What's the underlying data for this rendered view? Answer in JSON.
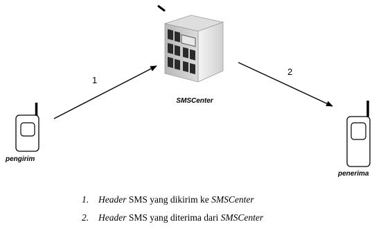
{
  "nodes": {
    "center": "SMSCenter",
    "sender": "pengirim",
    "receiver": "penerima"
  },
  "arrows": {
    "first": "1",
    "second": "2"
  },
  "legend": [
    {
      "num": "1.",
      "lead": "Header",
      "middle": " SMS yang dikirim ke ",
      "tail": "SMSCenter"
    },
    {
      "num": "2.",
      "lead": "Header",
      "middle": " SMS yang diterima dari ",
      "tail": "SMSCenter"
    }
  ],
  "colors": {
    "line": "#000000",
    "building_front": "#c9c9c9",
    "building_side": "#eeeeee",
    "building_top": "#d9d9d9",
    "windows": "#2b2b2b"
  }
}
